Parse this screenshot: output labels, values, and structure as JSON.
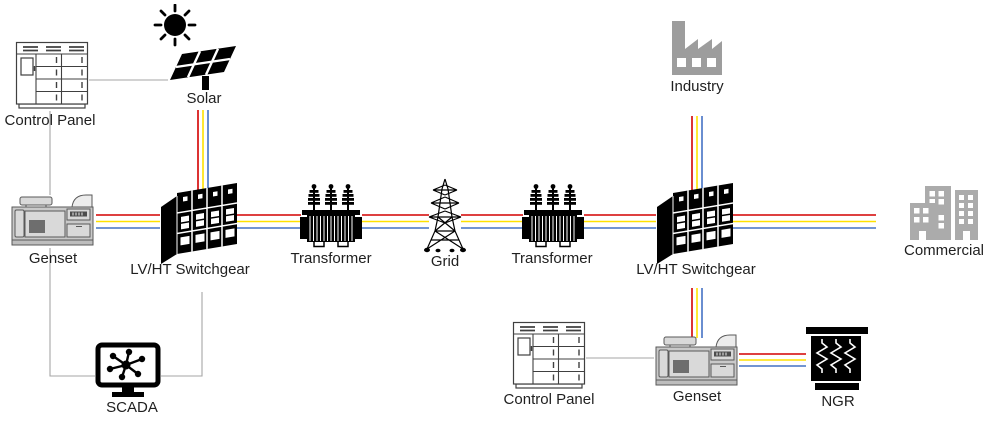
{
  "diagram": {
    "nodes": {
      "control_panel_top": {
        "label": "Control Panel",
        "icon": "control-cabinet-icon"
      },
      "solar": {
        "label": "Solar",
        "icon": "solar-panel-icon"
      },
      "genset_left": {
        "label": "Genset",
        "icon": "generator-icon"
      },
      "switchgear_left": {
        "label": "LV/HT Switchgear",
        "icon": "switchgear-cabinet-icon"
      },
      "transformer_left": {
        "label": "Transformer",
        "icon": "transformer-icon"
      },
      "grid": {
        "label": "Grid",
        "icon": "transmission-tower-icon"
      },
      "transformer_right": {
        "label": "Transformer",
        "icon": "transformer-icon"
      },
      "switchgear_right": {
        "label": "LV/HT Switchgear",
        "icon": "switchgear-cabinet-icon"
      },
      "industry": {
        "label": "Industry",
        "icon": "factory-icon"
      },
      "commercial": {
        "label": "Commercial",
        "icon": "buildings-icon"
      },
      "scada": {
        "label": "SCADA",
        "icon": "scada-monitor-icon"
      },
      "control_panel_bottom": {
        "label": "Control Panel",
        "icon": "control-cabinet-icon"
      },
      "genset_bottom": {
        "label": "Genset",
        "icon": "generator-icon"
      },
      "ngr": {
        "label": "NGR",
        "icon": "resistor-bank-icon"
      }
    },
    "colors": {
      "phase-red": "#d40000",
      "phase-yellow": "#ffe100",
      "phase-blue": "#4472c4",
      "connector-gray": "#a6a6a6",
      "industry-gray": "#9d9d9d",
      "commercial-gray": "#ababab"
    }
  }
}
